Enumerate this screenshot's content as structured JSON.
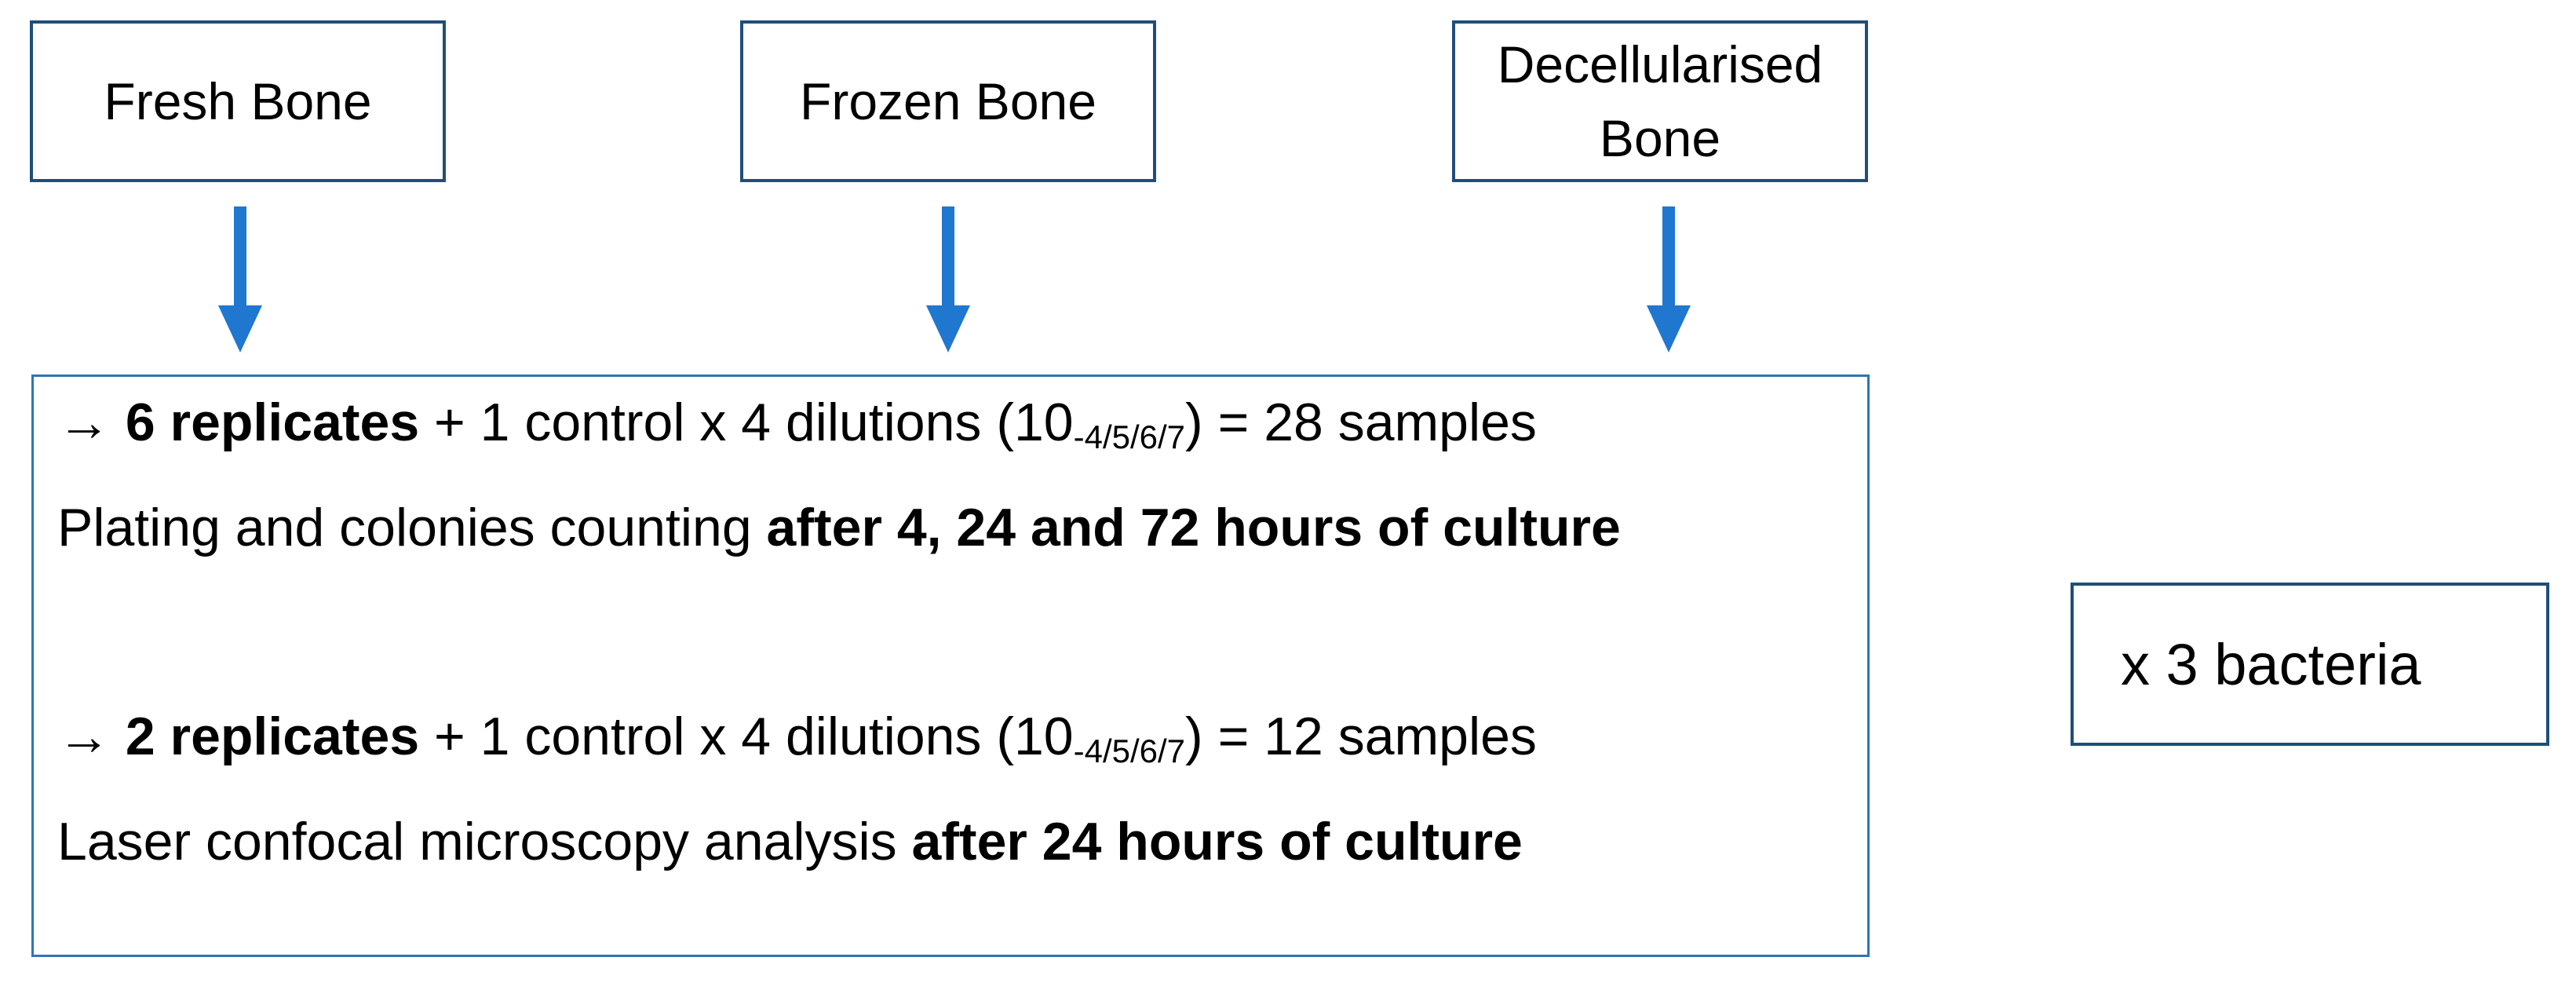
{
  "colors": {
    "box_border": "#1f4e79",
    "main_box_border": "#2e75b6",
    "arrow": "#1f77d0"
  },
  "top_boxes": [
    {
      "label": "Fresh Bone"
    },
    {
      "label": "Frozen Bone"
    },
    {
      "label_line1": "Decellularised",
      "label_line2": "Bone"
    }
  ],
  "main": {
    "block1": {
      "arrow_glyph": "→",
      "replicates": "6 replicates",
      "control_text": " + 1 control x 4 dilutions (10",
      "dilution_exponents": "-4/5/6/7",
      "result_text": ") = 28 samples",
      "line2_normal": "Plating and colonies counting ",
      "line2_bold": "after 4, 24 and 72 hours of culture"
    },
    "block2": {
      "arrow_glyph": "→",
      "replicates": "2 replicates",
      "control_text": " + 1 control x 4 dilutions (10",
      "dilution_exponents": "-4/5/6/7",
      "result_text": ") = 12 samples",
      "line2_normal": "Laser confocal microscopy analysis ",
      "line2_bold": "after 24 hours of culture"
    }
  },
  "side_box": {
    "label": "x 3 bacteria"
  },
  "arrow_icons": [
    "down-arrow-icon",
    "down-arrow-icon",
    "down-arrow-icon"
  ]
}
